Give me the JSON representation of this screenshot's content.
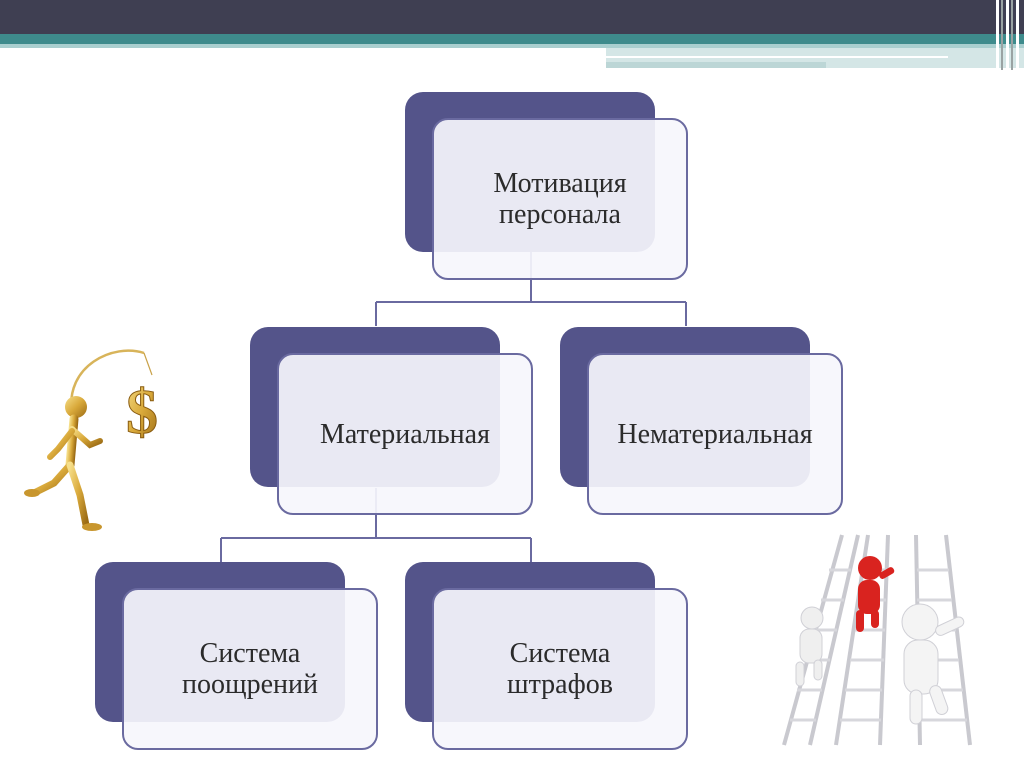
{
  "diagram": {
    "root": {
      "label": "Мотивация\nперсонала"
    },
    "level1": [
      {
        "label": "Материальная"
      },
      {
        "label": "Нематериальная"
      }
    ],
    "level2": [
      {
        "label": "Система\nпоощрений"
      },
      {
        "label": "Система\nштрафов"
      }
    ]
  },
  "colors": {
    "box_back": "#54548a",
    "box_front": "#f6f6fc",
    "box_border": "#6a6aa0",
    "connector": "#6a6aa0",
    "topbar": "#3f3f52",
    "accent": "#3e8b8c"
  },
  "clipart": {
    "left": "golden-figure-chasing-dollar-icon",
    "right": "figures-climbing-ladders-icon"
  }
}
